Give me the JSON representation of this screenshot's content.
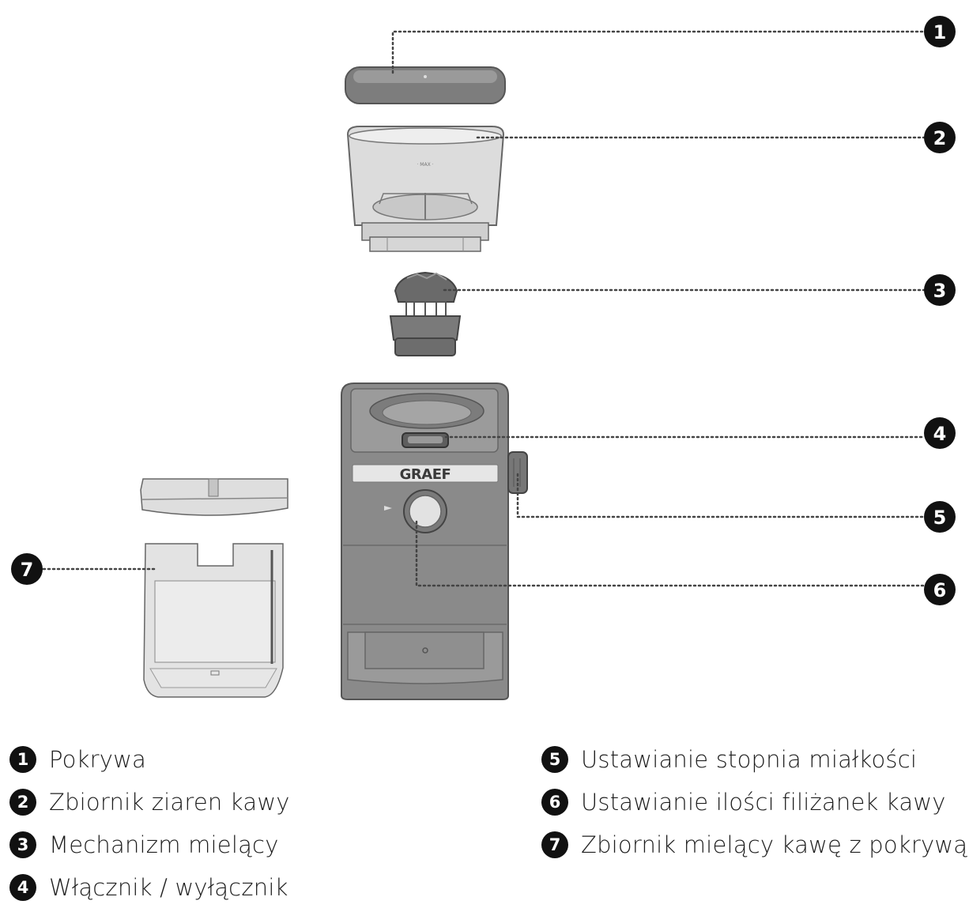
{
  "brand": "GRAEF",
  "callouts": [
    {
      "number": "1",
      "label": "Pokrywa"
    },
    {
      "number": "2",
      "label": "Zbiornik ziaren kawy"
    },
    {
      "number": "3",
      "label": "Mechanizm mielący"
    },
    {
      "number": "4",
      "label": "Włącznik / wyłącznik"
    },
    {
      "number": "5",
      "label": "Ustawianie stopnia miałkości"
    },
    {
      "number": "6",
      "label": "Ustawianie ilości filiżanek kawy"
    },
    {
      "number": "7",
      "label": "Zbiornik mielący kawę z pokrywą"
    }
  ],
  "colors": {
    "body": "#8c8c8c",
    "body_dark": "#6f6f6f",
    "outline": "#555555",
    "container": "#d9d9d9",
    "badge": "#111111",
    "leader": "#444444"
  }
}
